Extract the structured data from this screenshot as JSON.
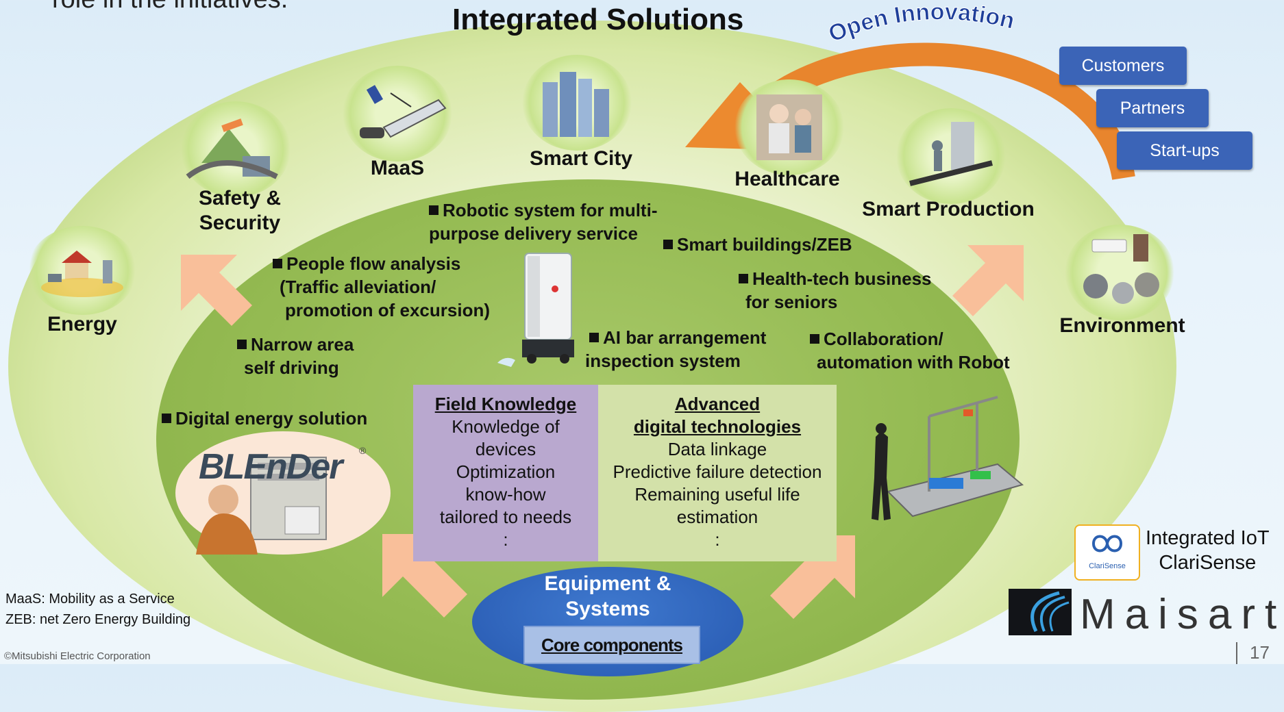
{
  "header": {
    "title": "Integrated Solutions",
    "cut_text": "role in the initiatives."
  },
  "open_innovation": {
    "label": "Open Innovation",
    "tags": [
      "Customers",
      "Partners",
      "Start-ups"
    ]
  },
  "categories": {
    "energy": "Energy",
    "safety": [
      "Safety &",
      "Security"
    ],
    "maas": "MaaS",
    "smart_city": "Smart City",
    "healthcare": "Healthcare",
    "smart_production": "Smart Production",
    "environment": "Environment"
  },
  "bullets": {
    "robotic": [
      "Robotic system for multi-",
      "purpose delivery service"
    ],
    "smart_buildings": "Smart buildings/ZEB",
    "people_flow": [
      "People flow analysis",
      "(Traffic alleviation/",
      "promotion of excursion)"
    ],
    "health_tech": [
      "Health-tech business",
      "for seniors"
    ],
    "narrow_area": [
      "Narrow area",
      "self driving"
    ],
    "ai_bar": [
      "AI bar arrangement",
      "inspection system"
    ],
    "collaboration": [
      "Collaboration/",
      "automation with Robot"
    ],
    "digital_energy": "Digital energy solution"
  },
  "field_knowledge": {
    "title": "Field Knowledge",
    "lines": [
      "Knowledge of",
      "devices",
      "Optimization",
      "know-how",
      "tailored to needs",
      ":"
    ]
  },
  "advanced_digital": {
    "title_lines": [
      "Advanced",
      "digital technologies"
    ],
    "lines": [
      "Data linkage",
      "Predictive failure detection",
      "Remaining useful life",
      "estimation",
      ":"
    ]
  },
  "equipment": {
    "lines": [
      "Equipment &",
      "Systems"
    ],
    "core": "Core components"
  },
  "blender_logo": "BLEnDer",
  "clarisense": {
    "icon_text": "ClariSense",
    "lines": [
      "Integrated IoT",
      "ClariSense"
    ]
  },
  "maisart": "Maisart",
  "footnotes": [
    "MaaS: Mobility as a Service",
    "ZEB: net Zero Energy Building"
  ],
  "copyright": "©Mitsubishi Electric Corporation",
  "page_number": "17",
  "colors": {
    "outer_green": "#b6d277",
    "inner_green": "#95bb53",
    "field_knowledge_bg": "#b9a8cf",
    "advanced_bg": "#d3e1a9",
    "equipment_blue": "#2e62b9",
    "tag_blue": "#3b64b7",
    "open_innovation_arrow": "#e8852d",
    "up_arrows": "#f9bf9a"
  }
}
